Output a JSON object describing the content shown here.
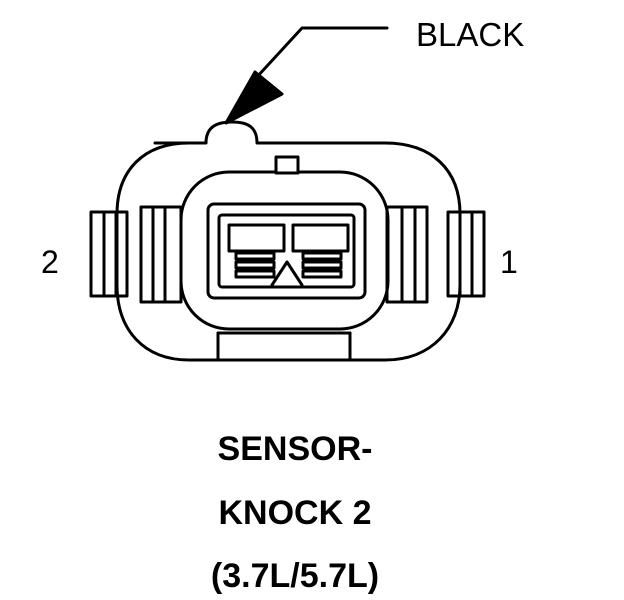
{
  "connector": {
    "wire_color_label": "BLACK",
    "pin_labels": {
      "left": "2",
      "right": "1"
    },
    "caption_lines": [
      "SENSOR-",
      "KNOCK 2",
      "(3.7L/5.7L)"
    ]
  },
  "colors": {
    "ink": "#000000",
    "background": "#ffffff"
  }
}
